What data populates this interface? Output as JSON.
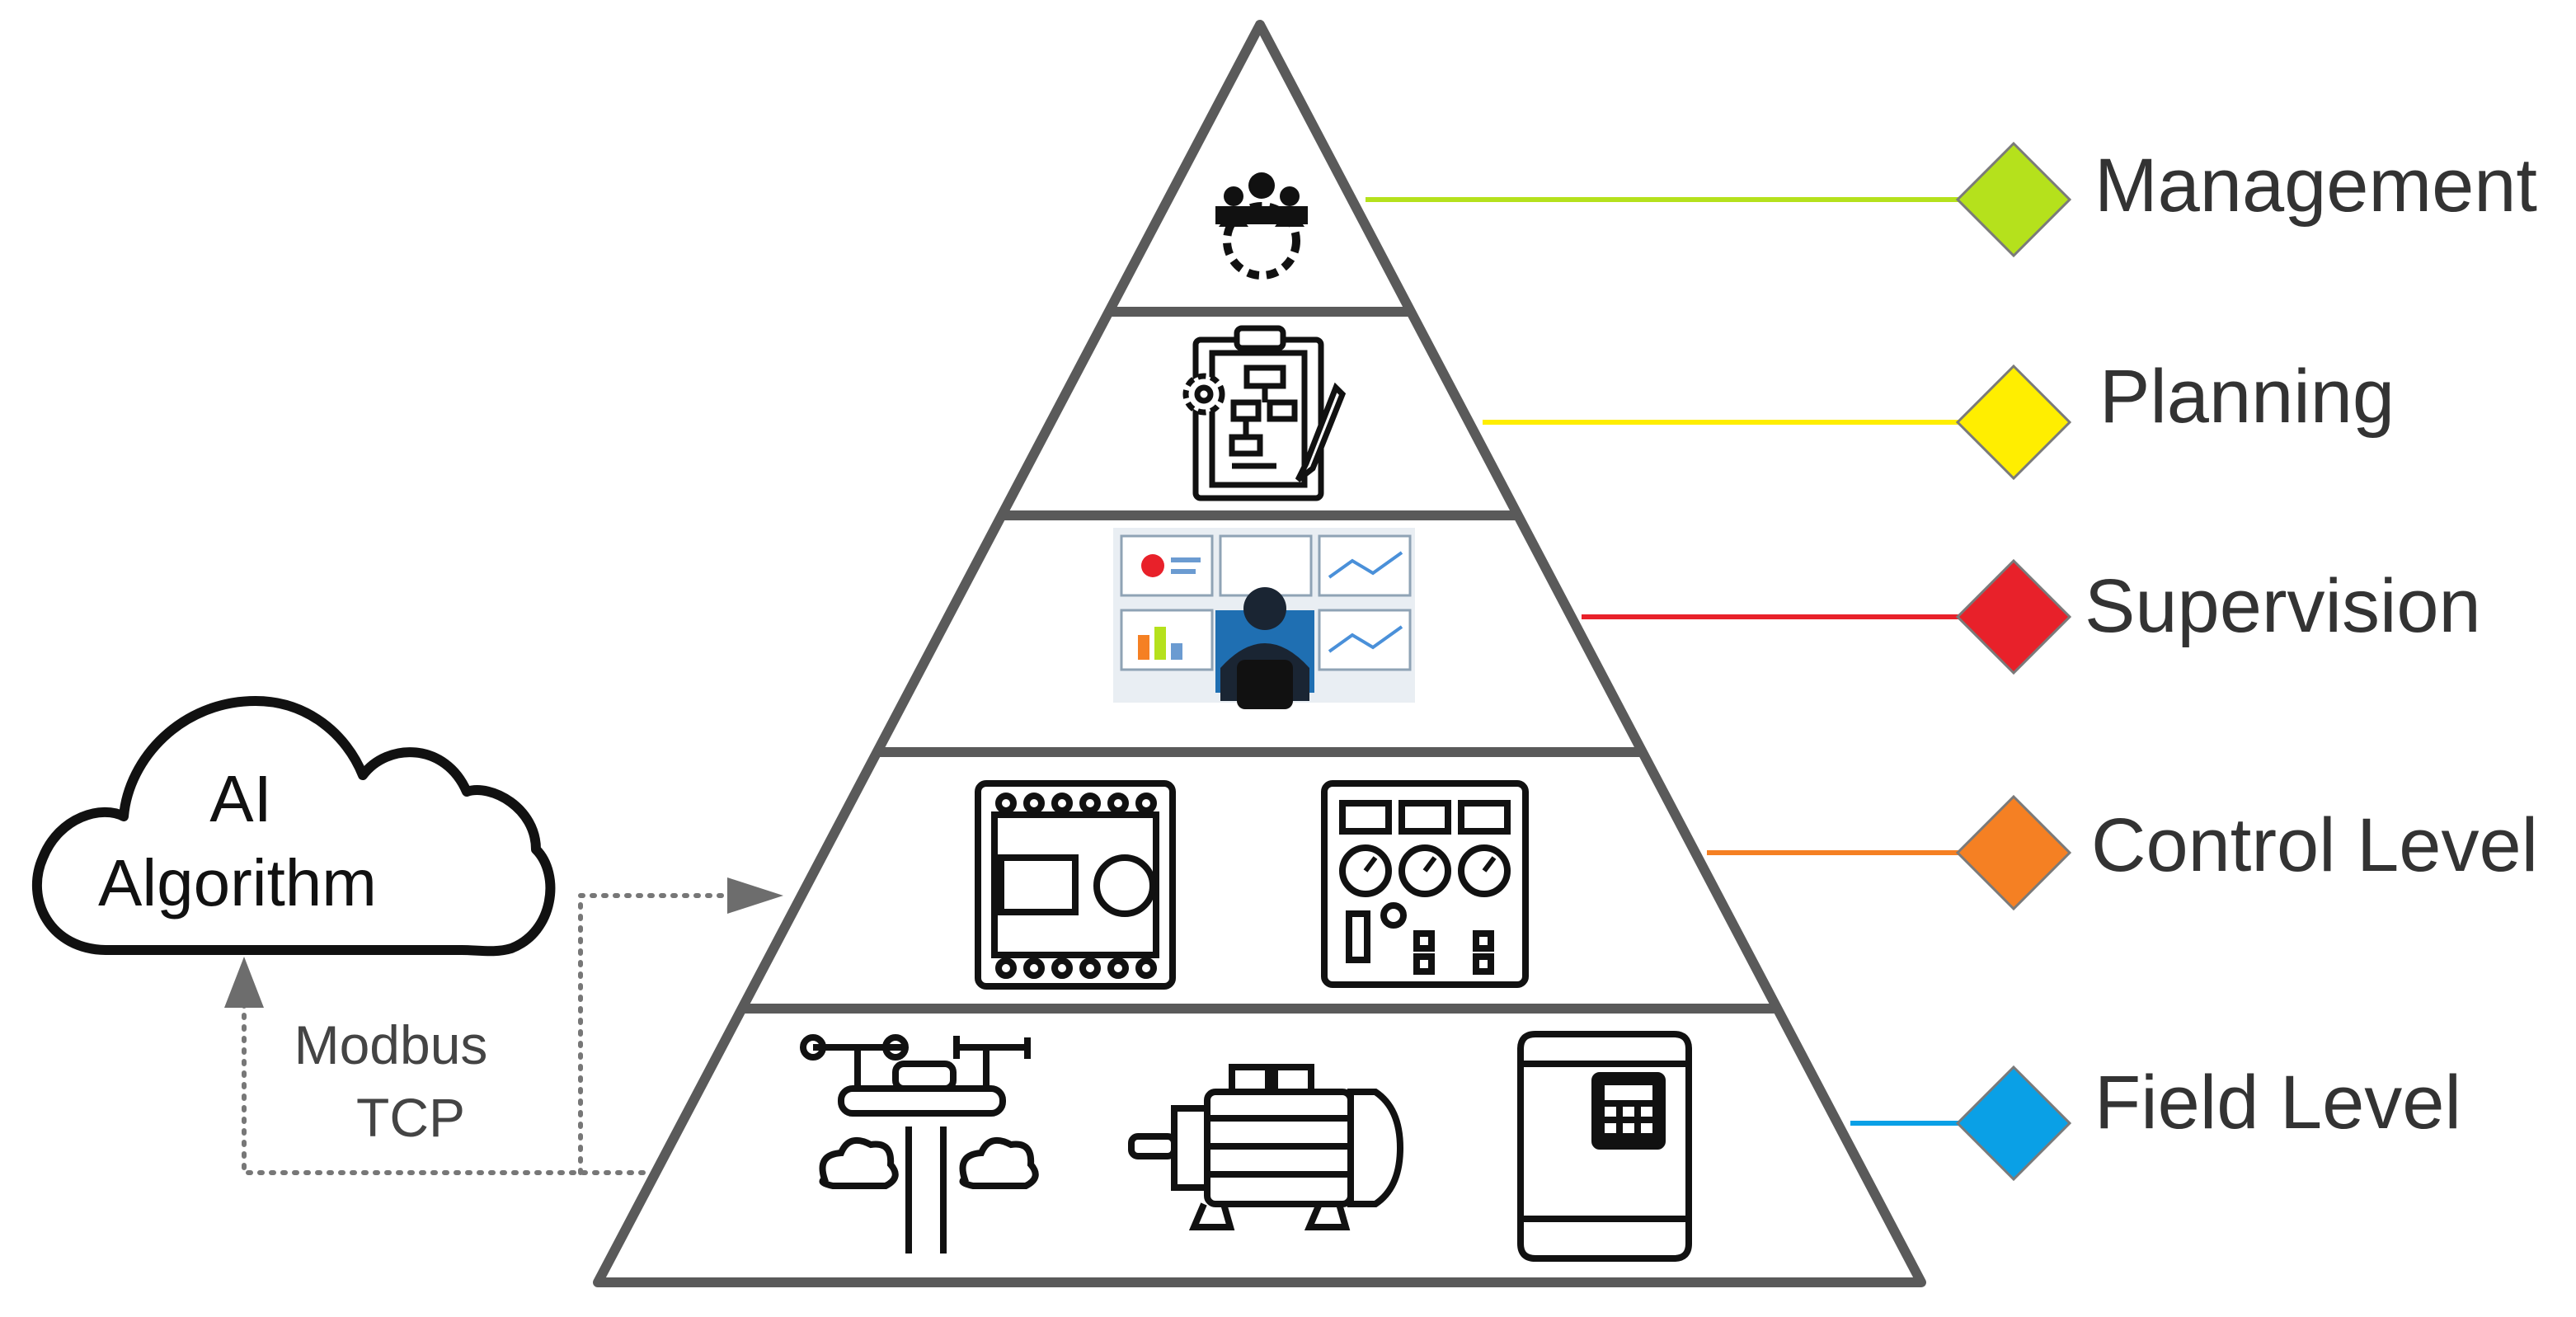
{
  "levels": [
    {
      "label": "Management",
      "color": "#b5e11c",
      "icon": "management-team-icon"
    },
    {
      "label": "Planning",
      "color": "#ffee00",
      "icon": "planning-clipboard-icon"
    },
    {
      "label": "Supervision",
      "color": "#e8212a",
      "icon": "supervision-monitors-icon"
    },
    {
      "label": "Control Level",
      "color": "#f58023",
      "icon": "control-devices-icon"
    },
    {
      "label": "Field Level",
      "color": "#0aa0e6",
      "icon": "field-devices-icon"
    }
  ],
  "cloud": {
    "line1": "AI",
    "line2": "Algorithm",
    "icon": "cloud-icon"
  },
  "link": {
    "line1": "Modbus",
    "line2": "TCP"
  }
}
